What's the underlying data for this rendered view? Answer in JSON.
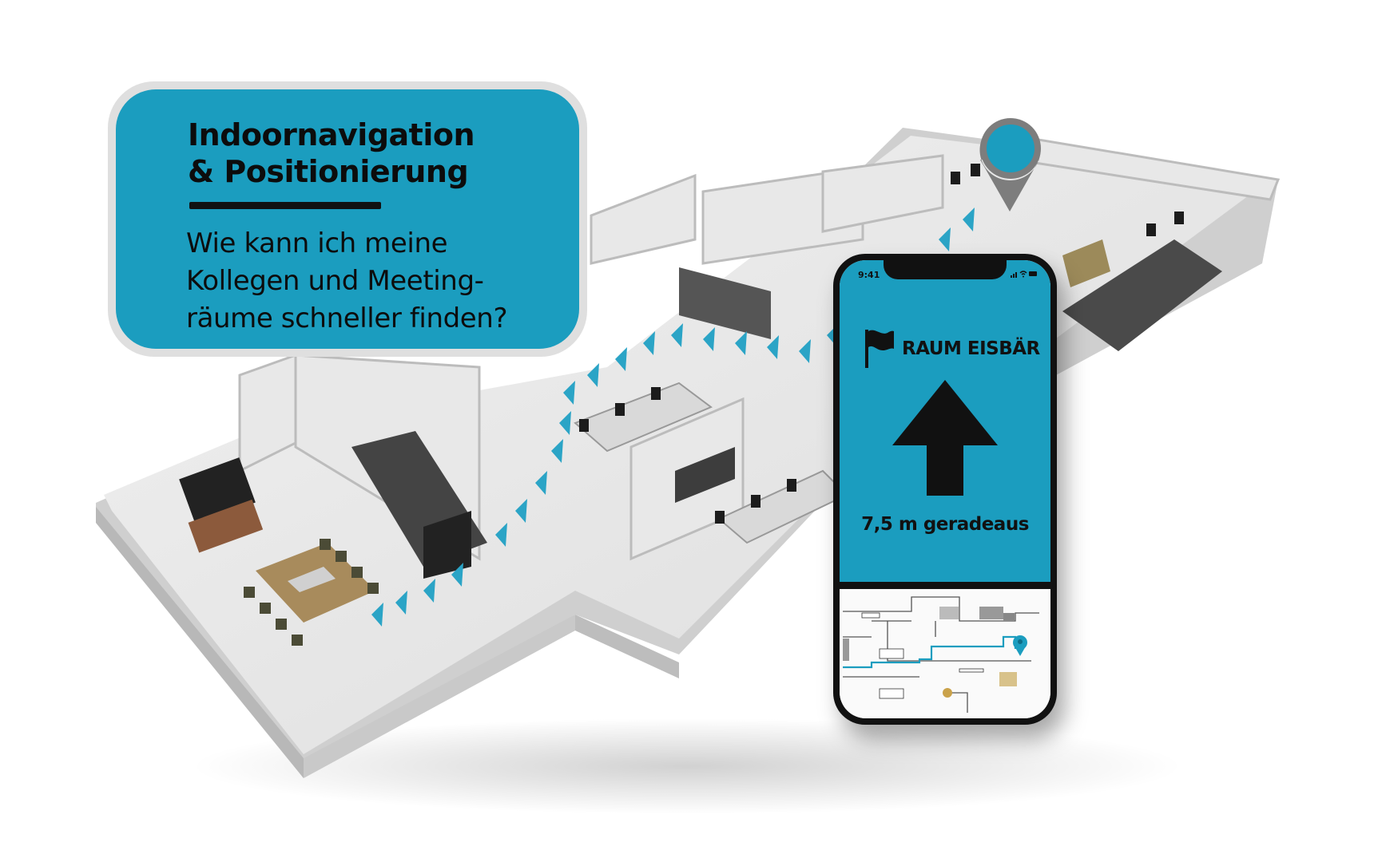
{
  "info_card": {
    "title_line1": "Indoornavigation",
    "title_line2": "& Positionierung",
    "question_line1": "Wie kann ich meine",
    "question_line2": "Kollegen und Meeting-",
    "question_line3": "räume schneller finden?"
  },
  "phone": {
    "status_time": "9:41",
    "destination_label": "RAUM EISBÄR",
    "direction_icon": "arrow-up-icon",
    "destination_icon": "flag-icon",
    "distance_instruction": "7,5 m geradeaus"
  },
  "colors": {
    "accent": "#1b9dbf",
    "text": "#111111",
    "bubble_border": "#dfdfdf"
  }
}
